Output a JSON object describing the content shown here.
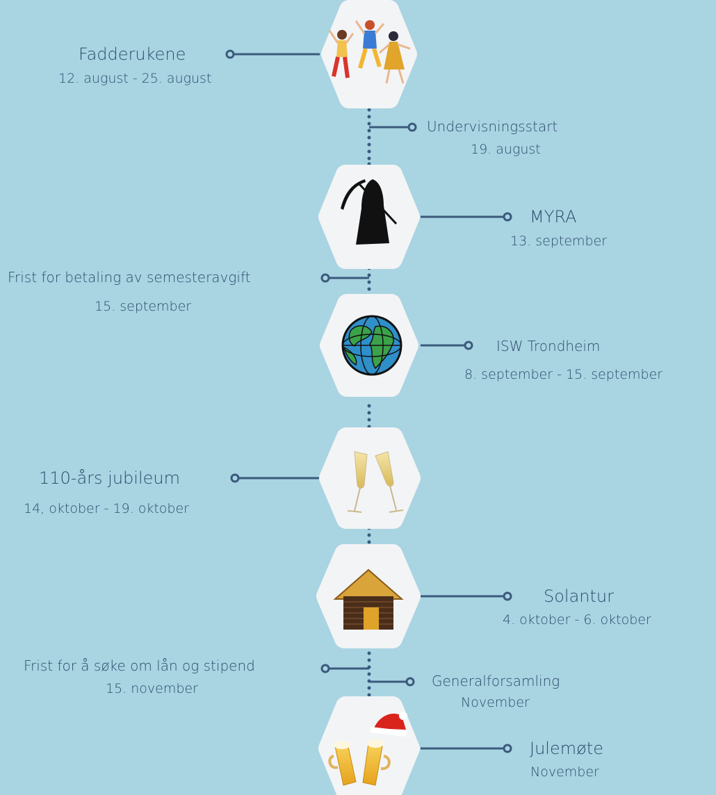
{
  "colors": {
    "background": "#a9d4e2",
    "line": "#3a5a7c",
    "hex_fill": "#f3f4f6",
    "text": "#2d4c6c"
  },
  "events": [
    {
      "id": "fadderukene",
      "title": "Fadderukene",
      "date": "12. august - 25. august",
      "icon": "dancing-people-icon"
    },
    {
      "id": "undervisningsstart",
      "title": "Undervisningsstart",
      "date": "19. august"
    },
    {
      "id": "myra",
      "title": "MYRA",
      "date": "13. september",
      "icon": "grim-reaper-icon"
    },
    {
      "id": "semesteravgift",
      "title": "Frist for betaling av semesteravgift",
      "date": "15. september"
    },
    {
      "id": "isw",
      "title": "ISW Trondheim",
      "date": "8. september - 15. september",
      "icon": "globe-icon"
    },
    {
      "id": "jubileum",
      "title": "110-års jubileum",
      "date": "14, oktober - 19. oktober",
      "icon": "champagne-glasses-icon"
    },
    {
      "id": "solantur",
      "title": "Solantur",
      "date": "4. oktober - 6. oktober",
      "icon": "cabin-icon"
    },
    {
      "id": "laan",
      "title": "Frist for å søke om lån og stipend",
      "date": "15. november"
    },
    {
      "id": "generalforsamling",
      "title": "Generalforsamling",
      "date": "November"
    },
    {
      "id": "julemote",
      "title": "Julemøte",
      "date": "November",
      "icon": "beer-mugs-santa-hat-icon"
    }
  ]
}
